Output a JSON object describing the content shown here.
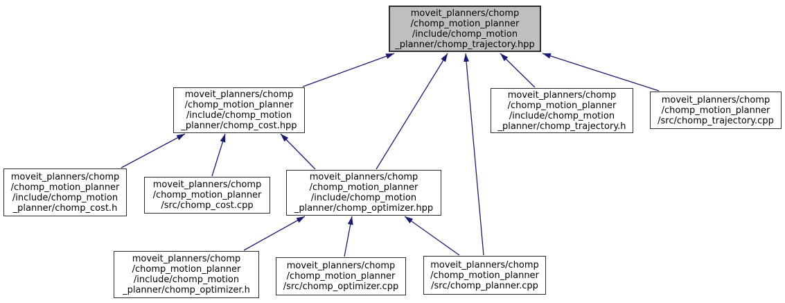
{
  "diagram": {
    "kind": "include-dependency-graph",
    "edge_color": "#191970",
    "highlight_fill": "#bfbfbf",
    "node_fill": "#ffffff",
    "nodes": [
      {
        "id": "chomp_trajectory_hpp",
        "highlighted": true,
        "lines": [
          "moveit_planners/chomp",
          "/chomp_motion_planner",
          "/include/chomp_motion",
          "_planner/chomp_trajectory.hpp"
        ]
      },
      {
        "id": "chomp_cost_hpp",
        "highlighted": false,
        "lines": [
          "moveit_planners/chomp",
          "/chomp_motion_planner",
          "/include/chomp_motion",
          "_planner/chomp_cost.hpp"
        ]
      },
      {
        "id": "chomp_trajectory_h",
        "highlighted": false,
        "lines": [
          "moveit_planners/chomp",
          "/chomp_motion_planner",
          "/include/chomp_motion",
          "_planner/chomp_trajectory.h"
        ]
      },
      {
        "id": "chomp_trajectory_cpp",
        "highlighted": false,
        "lines": [
          "moveit_planners/chomp",
          "/chomp_motion_planner",
          "/src/chomp_trajectory.cpp"
        ]
      },
      {
        "id": "chomp_cost_h",
        "highlighted": false,
        "lines": [
          "moveit_planners/chomp",
          "/chomp_motion_planner",
          "/include/chomp_motion",
          "_planner/chomp_cost.h"
        ]
      },
      {
        "id": "chomp_cost_cpp",
        "highlighted": false,
        "lines": [
          "moveit_planners/chomp",
          "/chomp_motion_planner",
          "/src/chomp_cost.cpp"
        ]
      },
      {
        "id": "chomp_optimizer_hpp",
        "highlighted": false,
        "lines": [
          "moveit_planners/chomp",
          "/chomp_motion_planner",
          "/include/chomp_motion",
          "_planner/chomp_optimizer.hpp"
        ]
      },
      {
        "id": "chomp_optimizer_h",
        "highlighted": false,
        "lines": [
          "moveit_planners/chomp",
          "/chomp_motion_planner",
          "/include/chomp_motion",
          "_planner/chomp_optimizer.h"
        ]
      },
      {
        "id": "chomp_optimizer_cpp",
        "highlighted": false,
        "lines": [
          "moveit_planners/chomp",
          "/chomp_motion_planner",
          "/src/chomp_optimizer.cpp"
        ]
      },
      {
        "id": "chomp_planner_cpp",
        "highlighted": false,
        "lines": [
          "moveit_planners/chomp",
          "/chomp_motion_planner",
          "/src/chomp_planner.cpp"
        ]
      }
    ],
    "edges": [
      {
        "from": "chomp_cost_hpp",
        "to": "chomp_trajectory_hpp"
      },
      {
        "from": "chomp_optimizer_hpp",
        "to": "chomp_trajectory_hpp"
      },
      {
        "from": "chomp_planner_cpp",
        "to": "chomp_trajectory_hpp"
      },
      {
        "from": "chomp_trajectory_h",
        "to": "chomp_trajectory_hpp"
      },
      {
        "from": "chomp_trajectory_cpp",
        "to": "chomp_trajectory_hpp"
      },
      {
        "from": "chomp_cost_h",
        "to": "chomp_cost_hpp"
      },
      {
        "from": "chomp_cost_cpp",
        "to": "chomp_cost_hpp"
      },
      {
        "from": "chomp_optimizer_hpp",
        "to": "chomp_cost_hpp"
      },
      {
        "from": "chomp_optimizer_h",
        "to": "chomp_optimizer_hpp"
      },
      {
        "from": "chomp_optimizer_cpp",
        "to": "chomp_optimizer_hpp"
      },
      {
        "from": "chomp_planner_cpp",
        "to": "chomp_optimizer_hpp"
      }
    ]
  }
}
